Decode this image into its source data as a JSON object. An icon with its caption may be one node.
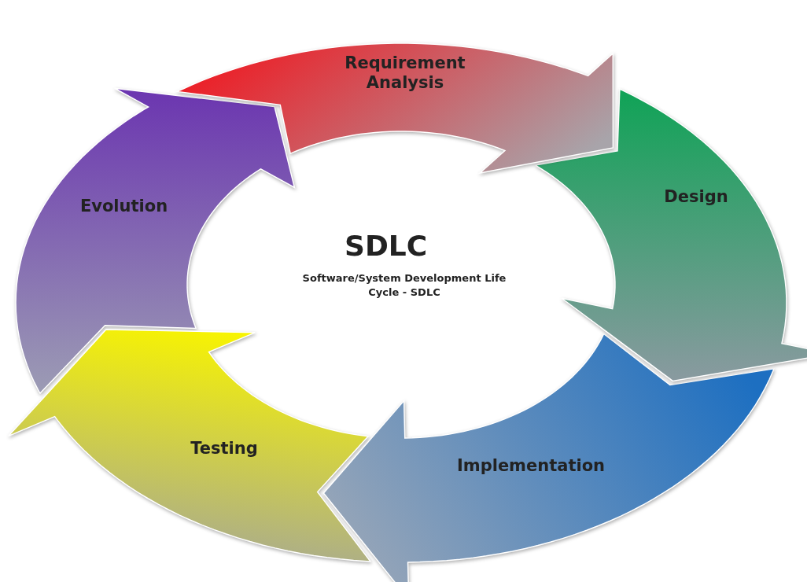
{
  "diagram": {
    "title": "SDLC",
    "nodes": [
      {
        "text": [
          "Requirement Analysis"
        ]
      },
      {
        "text": [
          "Design"
        ]
      },
      {
        "text": [
          "Implementation"
        ]
      },
      {
        "text": [
          "Testing"
        ]
      },
      {
        "text": [
          "Evolution"
        ]
      }
    ],
    "labels": [
      "Software/System Development Life Cycle - SDLC"
    ]
  }
}
